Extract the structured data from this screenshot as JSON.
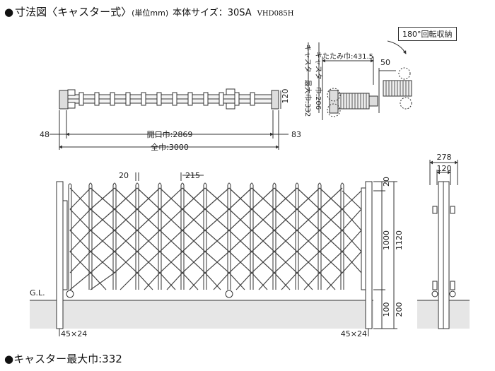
{
  "header": {
    "bullet": "●",
    "title": "寸法図〈キャスター式〉",
    "unit": "(単位mm)",
    "size": "本体サイズ：30SA",
    "code": "VHD085H"
  },
  "top_view": {
    "left_offset": "48",
    "right_offset": "83",
    "opening_width": "開口巾:2869",
    "total_width": "全巾:3000",
    "height": "120"
  },
  "fold_view": {
    "rotation_note": "180°回転収納",
    "folded_width": "たたみ巾:431.5",
    "caster_max_width": "キャスター最大巾:332",
    "caster_width": "キャスター巾:206",
    "dim_50": "50"
  },
  "front_view": {
    "dim_20": "20",
    "dim_215": "215",
    "height_1000": "1000",
    "height_1120": "1120",
    "top_20": "20",
    "bottom_100": "100",
    "bottom_200": "200",
    "ground_label": "G.L.",
    "post_left": "45×24",
    "post_right": "45×24"
  },
  "side_view": {
    "depth_278": "278",
    "depth_120": "120"
  },
  "footer": {
    "bullet": "●",
    "text": "キャスター最大巾:332"
  }
}
